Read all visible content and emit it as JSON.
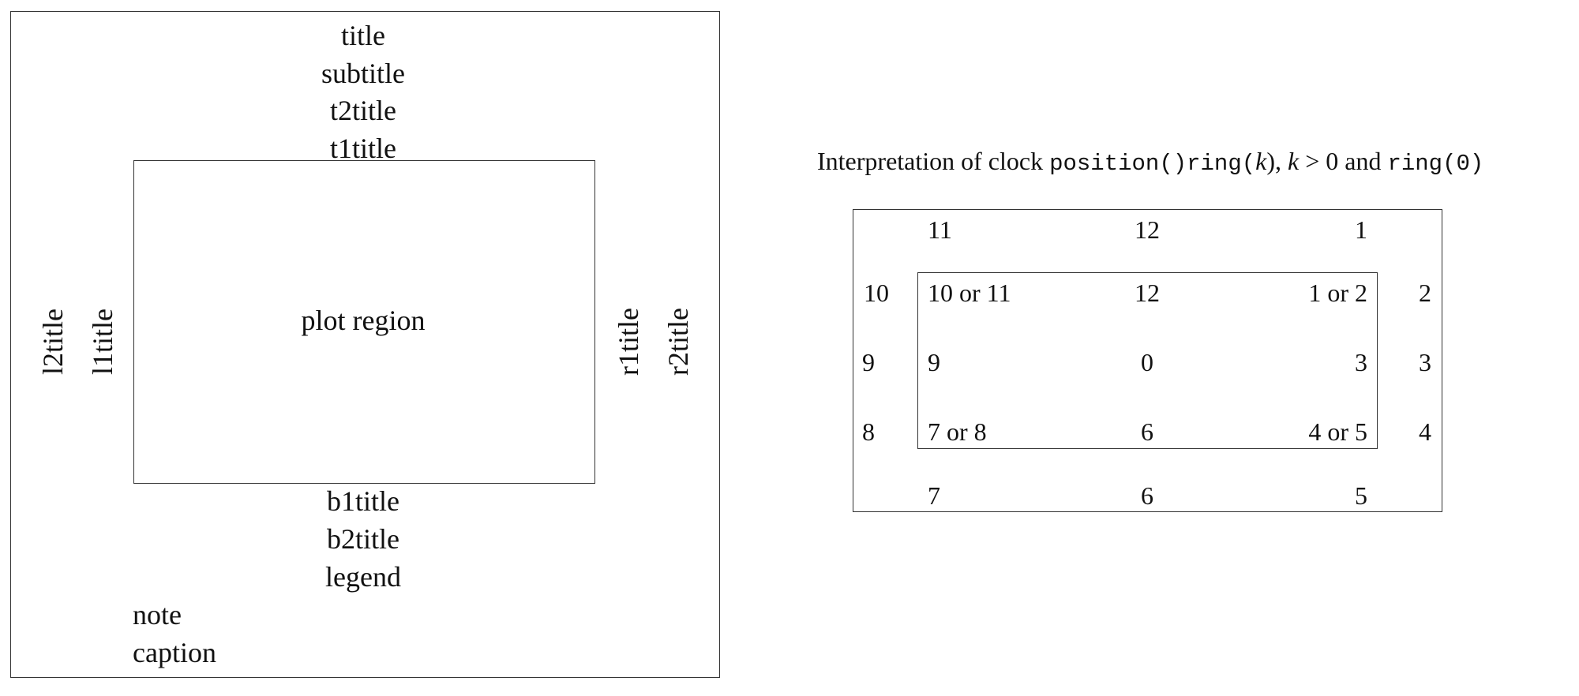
{
  "left_diagram": {
    "title": "title",
    "subtitle": "subtitle",
    "t2title": "t2title",
    "t1title": "t1title",
    "plot_region": "plot region",
    "l2title": "l2title",
    "l1title": "l1title",
    "r1title": "r1title",
    "r2title": "r2title",
    "b1title": "b1title",
    "b2title": "b2title",
    "legend": "legend",
    "note": "note",
    "caption": "caption"
  },
  "right_diagram": {
    "caption": {
      "prefix": "Interpretation of clock",
      "code1": "position()ring(",
      "var_k": "k",
      "paren_close": "),",
      "var_k2": "k",
      "gt_zero": "> 0",
      "and": "and",
      "code2": "ring(0)"
    },
    "outer": {
      "top": [
        "11",
        "12",
        "1"
      ],
      "left": [
        "10",
        "9",
        "8"
      ],
      "right": [
        "2",
        "3",
        "4"
      ],
      "bottom": [
        "7",
        "6",
        "5"
      ]
    },
    "inner": {
      "row1": [
        "10 or 11",
        "12",
        "1 or 2"
      ],
      "row2": [
        "9",
        "0",
        "3"
      ],
      "row3": [
        "7 or 8",
        "6",
        "4 or 5"
      ]
    }
  }
}
